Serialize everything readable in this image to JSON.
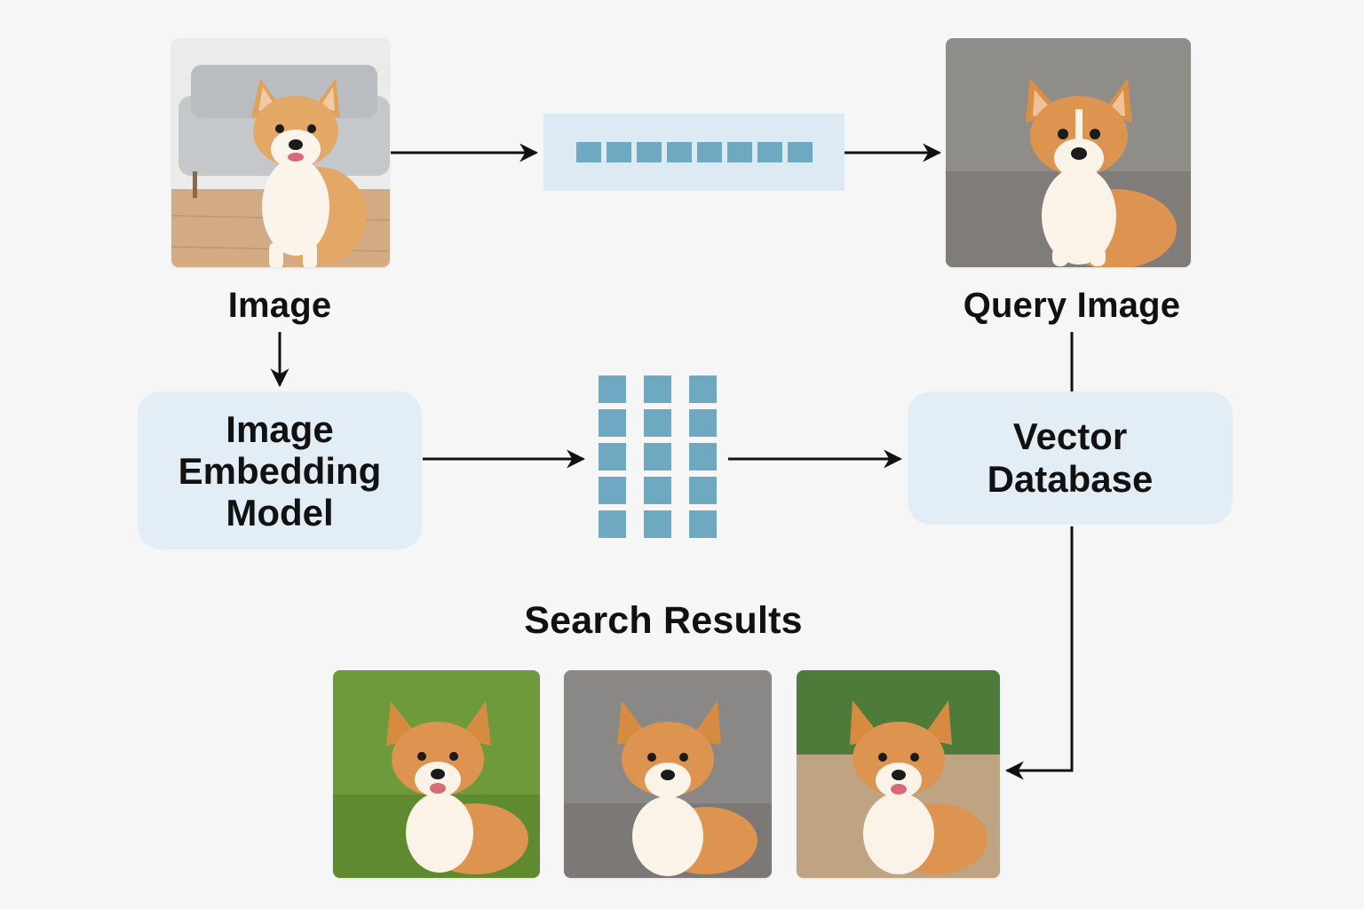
{
  "labels": {
    "image": "Image",
    "query_image": "Query Image",
    "search_results": "Search Results"
  },
  "boxes": {
    "embedding_model": [
      "Image",
      "Embedding",
      "Model"
    ],
    "vector_database": [
      "Vector",
      "Database"
    ]
  },
  "embedding_vector_cells": 8,
  "embedding_matrix": {
    "rows": 5,
    "cols": 3
  },
  "colors": {
    "background": "#f6f6f6",
    "box_fill": "#e2edf5",
    "vector_cell": "#6fa8c1",
    "arrow": "#111111"
  },
  "images": {
    "input": "corgi-on-wood-floor-photo",
    "query": "corgi-on-pavement-photo",
    "results": [
      "corgi-on-grass-photo",
      "corgi-on-pavement-photo",
      "corgi-on-dirt-path-photo"
    ]
  }
}
